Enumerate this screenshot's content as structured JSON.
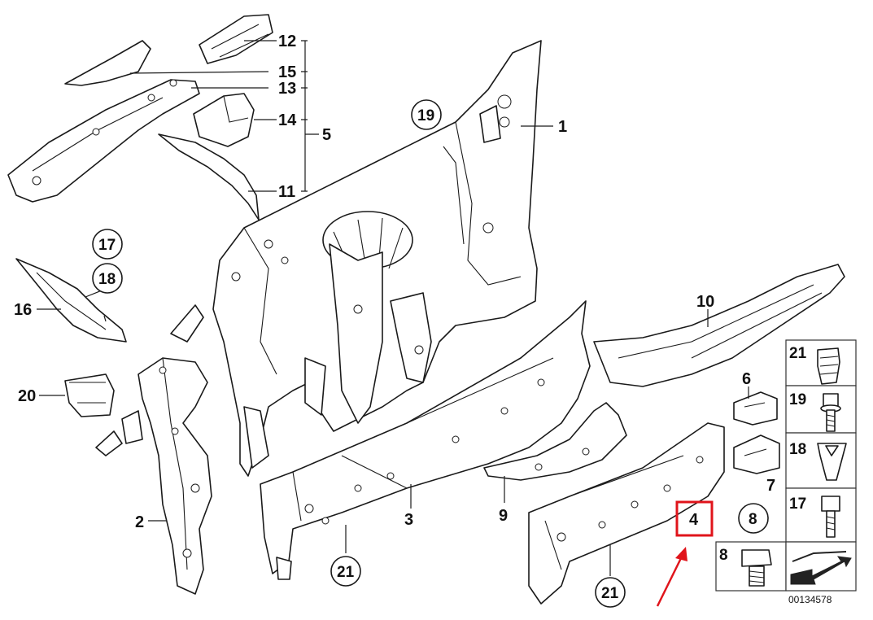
{
  "diagram": {
    "callouts": {
      "p1": "1",
      "p2": "2",
      "p3": "3",
      "p4": "4",
      "p5": "5",
      "p6": "6",
      "p7": "7",
      "p8": "8",
      "p9": "9",
      "p10": "10",
      "p11": "11",
      "p12": "12",
      "p13": "13",
      "p14": "14",
      "p15": "15",
      "p16": "16",
      "p17": "17",
      "p18": "18",
      "p19": "19",
      "p20": "20",
      "p21a": "21",
      "p21b": "21"
    },
    "legend": {
      "items": [
        {
          "number": "21",
          "icon": "plug-icon"
        },
        {
          "number": "19",
          "icon": "bolt-washer-icon"
        },
        {
          "number": "18",
          "icon": "clip-nut-icon"
        },
        {
          "number": "17",
          "icon": "bolt-icon"
        },
        {
          "number": "8",
          "icon": "hex-bolt-icon"
        }
      ]
    },
    "reference_number": "00134578",
    "highlight_color": "#e0141b"
  }
}
